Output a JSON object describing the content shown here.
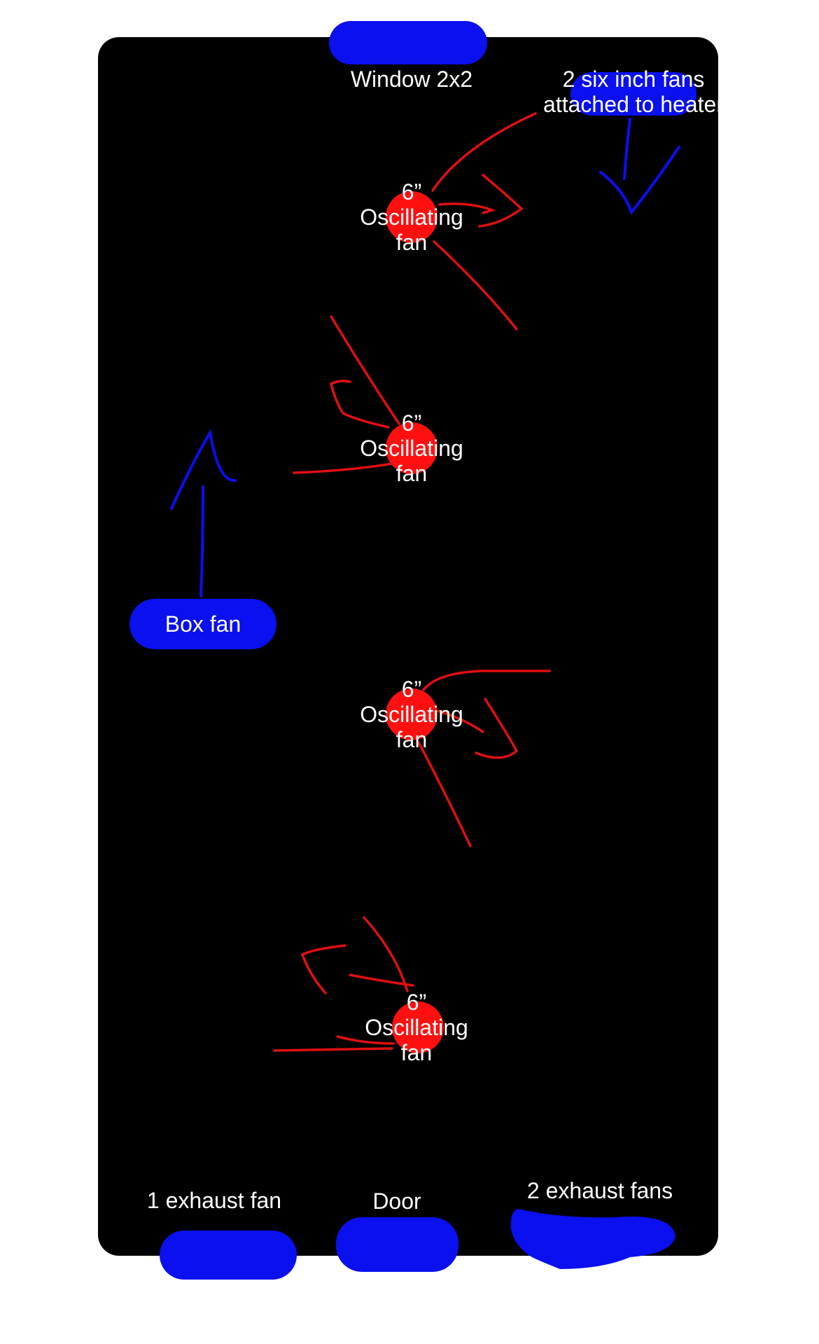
{
  "colors": {
    "room": "#000000",
    "fan": "#ff1010",
    "blue": "#0a10ee",
    "airflow": "#e01010",
    "text": "#ffffff"
  },
  "labels": {
    "window": "Window 2x2",
    "heater_fans_line1": "2 six inch fans",
    "heater_fans_line2": "attached to heater",
    "box_fan": "Box fan",
    "exhaust_left": "1 exhaust fan",
    "door": "Door",
    "exhaust_right": "2 exhaust fans"
  },
  "oscillating_fans": [
    {
      "size": "6”",
      "name1": "Oscillating",
      "name2": "fan"
    },
    {
      "size": "6”",
      "name1": "Oscillating",
      "name2": "fan"
    },
    {
      "size": "6”",
      "name1": "Oscillating",
      "name2": "fan"
    },
    {
      "size": "6”",
      "name1": "Oscillating",
      "name2": "fan"
    }
  ]
}
